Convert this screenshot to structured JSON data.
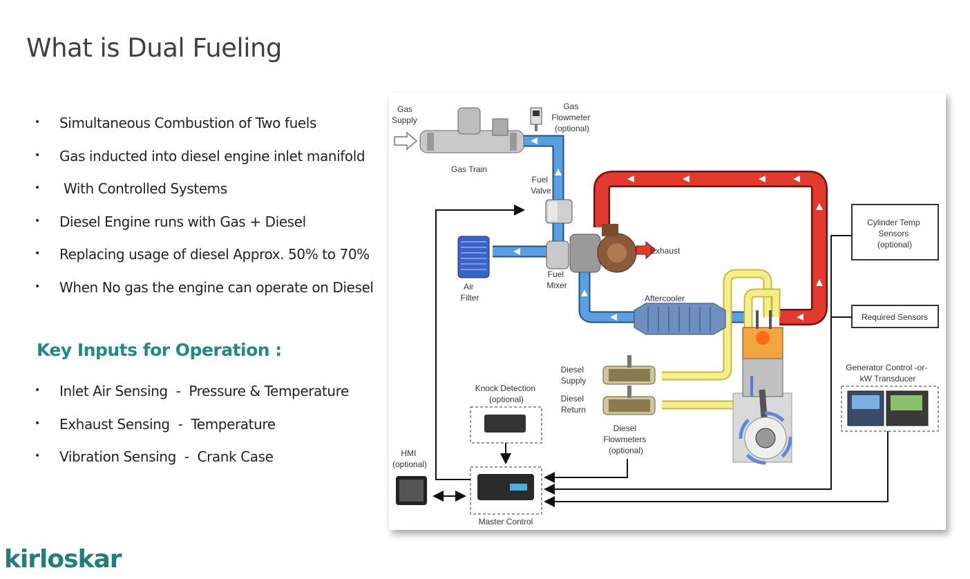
{
  "title": "What is Dual Fueling",
  "bullets": [
    "Simultaneous Combustion of Two fuels",
    "Gas inducted into diesel engine inlet manifold",
    " With Controlled Systems",
    "Diesel Engine runs with Gas + Diesel",
    "Replacing usage of diesel Approx. 50% to 70%",
    "When No gas the engine can operate on Diesel"
  ],
  "key_heading": "Key Inputs for Operation :",
  "key_inputs": [
    "Inlet Air Sensing  -  Pressure & Temperature",
    "Exhaust Sensing  -  Temperature",
    "Vibration Sensing  -  Crank Case"
  ],
  "logo": "kirloskar",
  "diagram": {
    "gas_supply": [
      "Gas",
      "Supply"
    ],
    "gas_flowmeter": [
      "Gas",
      "Flowmeter",
      "(optional)"
    ],
    "gas_train": "Gas Train",
    "fuel_valve": [
      "Fuel",
      "Valve"
    ],
    "fuel_mixer": [
      "Fuel",
      "Mixer"
    ],
    "air_filter": [
      "Air",
      "Filter"
    ],
    "exhaust": "Exhaust",
    "aftercooler": "Aftercooler",
    "cylinder_temp": [
      "Cylinder Temp",
      "Sensors",
      "(optional)"
    ],
    "required_sensors": "Required Sensors",
    "generator_control": [
      "Generator Control -or-",
      "kW Transducer"
    ],
    "diesel_supply": [
      "Diesel",
      "Supply"
    ],
    "diesel_return": [
      "Diesel",
      "Return"
    ],
    "diesel_flowmeters": [
      "Diesel",
      "Flowmeters",
      "(optional)"
    ],
    "knock_detection": [
      "Knock Detection",
      "(optional)"
    ],
    "hmi": [
      "HMI",
      "(optional)"
    ],
    "master_control": "Master Control"
  }
}
